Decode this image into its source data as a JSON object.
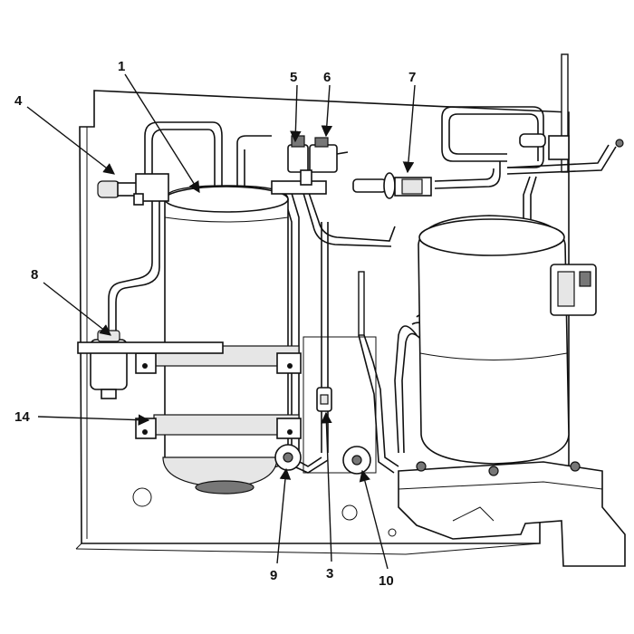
{
  "callouts": {
    "c1": "1",
    "c3": "3",
    "c4": "4",
    "c5": "5",
    "c6": "6",
    "c7": "7",
    "c8": "8",
    "c9": "9",
    "c10": "10",
    "c14": "14"
  }
}
